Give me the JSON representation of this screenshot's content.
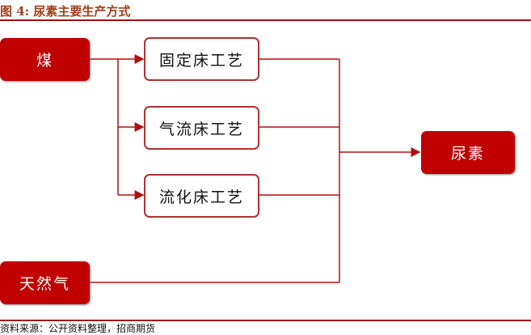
{
  "title": "图 4:  尿素主要生产方式",
  "inputs": {
    "coal": "煤",
    "gas": "天然气"
  },
  "processes": [
    "固定床工艺",
    "气流床工艺",
    "流化床工艺"
  ],
  "output": "尿素",
  "source": "资料来源：公开资料整理，招商期货",
  "colors": {
    "accent": "#c00000",
    "line": "#a01010"
  }
}
